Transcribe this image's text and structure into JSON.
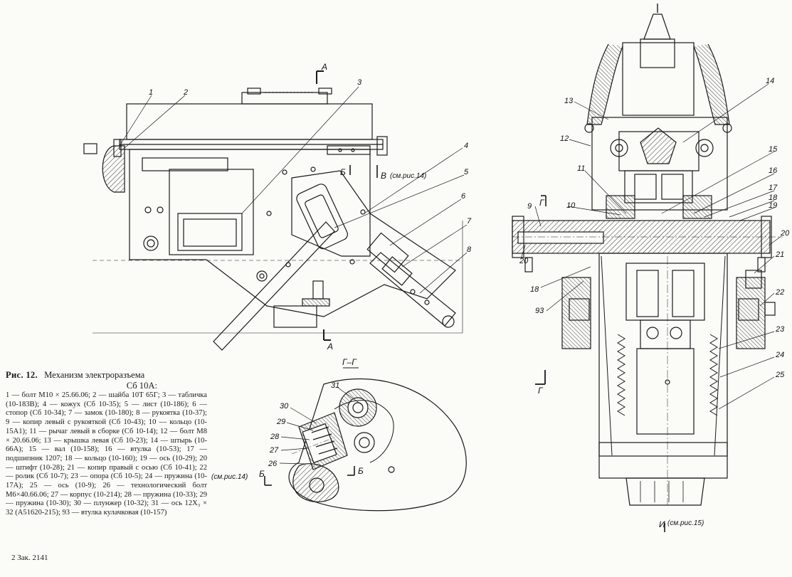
{
  "callouts_left": [
    "1",
    "2",
    "3",
    "4",
    "5",
    "6",
    "7",
    "8"
  ],
  "callouts_right": [
    "9",
    "10",
    "11",
    "12",
    "13",
    "14",
    "15",
    "16",
    "17",
    "18",
    "19",
    "20",
    "20",
    "21",
    "22",
    "23",
    "24",
    "25",
    "18",
    "93"
  ],
  "callouts_section": [
    "26",
    "27",
    "28",
    "29",
    "30",
    "31"
  ],
  "view_marks": {
    "a_top": "А",
    "a_bottom": "А",
    "b_left": "Б",
    "b_section": "Б",
    "b_section2": "Б",
    "v_mark": "В",
    "g_left": "Г",
    "g_right": "Г",
    "section_title": "Г–Г",
    "i_bottom": "И"
  },
  "refs": {
    "ref1": "(см.рис.14)",
    "ref2": "(см.рис.14)",
    "ref3": "(см.рис.15)"
  },
  "caption": {
    "fig": "Рис. 12.",
    "title1": "Механизм электроразъема",
    "title2": "Сб 10А:",
    "body": "1 — болт М10 × 25.66.06; 2 — шайба 10Т 65Г; 3 — табличка (10-183В); 4 — кожух (Сб 10-35); 5 — лист (10-186); 6 — стопор (Сб 10-34); 7 — замок (10-180); 8 — рукоятка (10-37); 9 — копир левый с рукояткой (Сб 10-43); 10 — кольцо (10-15А1); 11 — рычаг левый в сборке (Сб 10-14); 12 — болт М8 × 20.66.06; 13 — крышка левая (Сб 10-23); 14 — штырь (10-66А); 15 — вал (10-158); 16 — втулка (10-53); 17 — подшипник 1207; 18 — кольцо (10-160); 19 — ось (10-29); 20 — штифт (10-28); 21 — копир правый с осью (Сб 10-41); 22 — ролик (Сб 10-7); 23 — опора (Сб 10-5); 24 — пружина (10-17А); 25 — ось (10-9); 26 — технологический болт М6×40.66.06; 27 — корпус (10-214); 28 — пружина (10-33); 29 — пружина (10-30); 30 — плунжер (10-32); 31 — ось 12Х₃ × 32 (А51620-215); 93 — втулка кулачковая (10-157)"
  },
  "footer": "2 Зак. 2141"
}
